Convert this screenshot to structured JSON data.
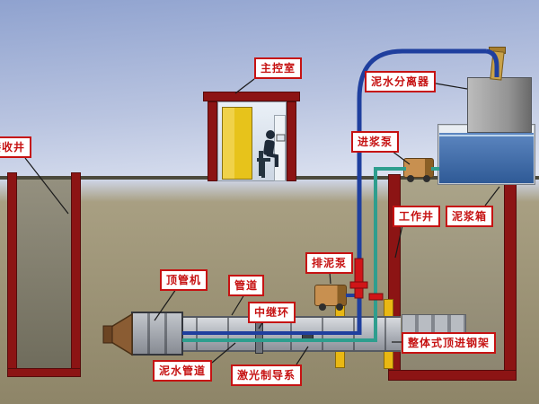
{
  "labels": {
    "receiving_shaft": "接收井",
    "main_control_room": "主控室",
    "slurry_separator": "泥水分离器",
    "slurry_feed_pump": "进浆泵",
    "working_shaft": "工作井",
    "slurry_tank": "泥浆箱",
    "mud_discharge_pump": "排泥泵",
    "pipe_jacking_machine": "顶管机",
    "pipeline": "管道",
    "intermediate_jacking_ring": "中继环",
    "slurry_pipeline": "泥水管道",
    "laser_guidance_system": "激光制导系",
    "integral_jacking_frame": "整体式顶进钢架"
  },
  "colors": {
    "label_red": "#c61212",
    "structure_maroon": "#8c1414",
    "pipe_blue": "#1f3f9e",
    "pipe_teal": "#2e9e8e",
    "frame_yellow": "#e9b813",
    "tank_water_blue": "#3f6fb0",
    "pump_tan": "#b5813f",
    "ground_brown": "#a89f82",
    "sky_blue": "#b9c4e0"
  }
}
